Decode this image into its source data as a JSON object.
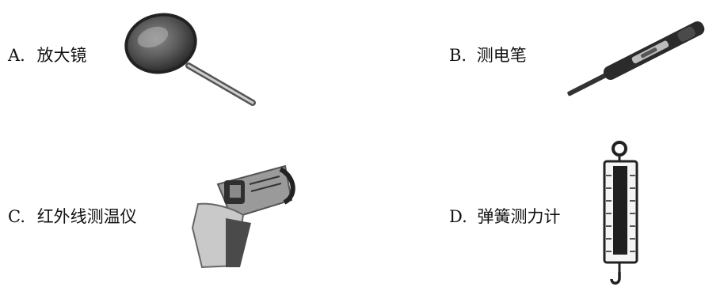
{
  "options": [
    {
      "letter": "A.",
      "text": "放大镜",
      "icon": "magnifying-glass"
    },
    {
      "letter": "B.",
      "text": "测电笔",
      "icon": "test-pen"
    },
    {
      "letter": "C.",
      "text": "红外线测温仪",
      "icon": "infrared-thermometer"
    },
    {
      "letter": "D.",
      "text": "弹簧测力计",
      "icon": "spring-scale"
    }
  ],
  "colors": {
    "text": "#111111",
    "background": "#ffffff"
  }
}
